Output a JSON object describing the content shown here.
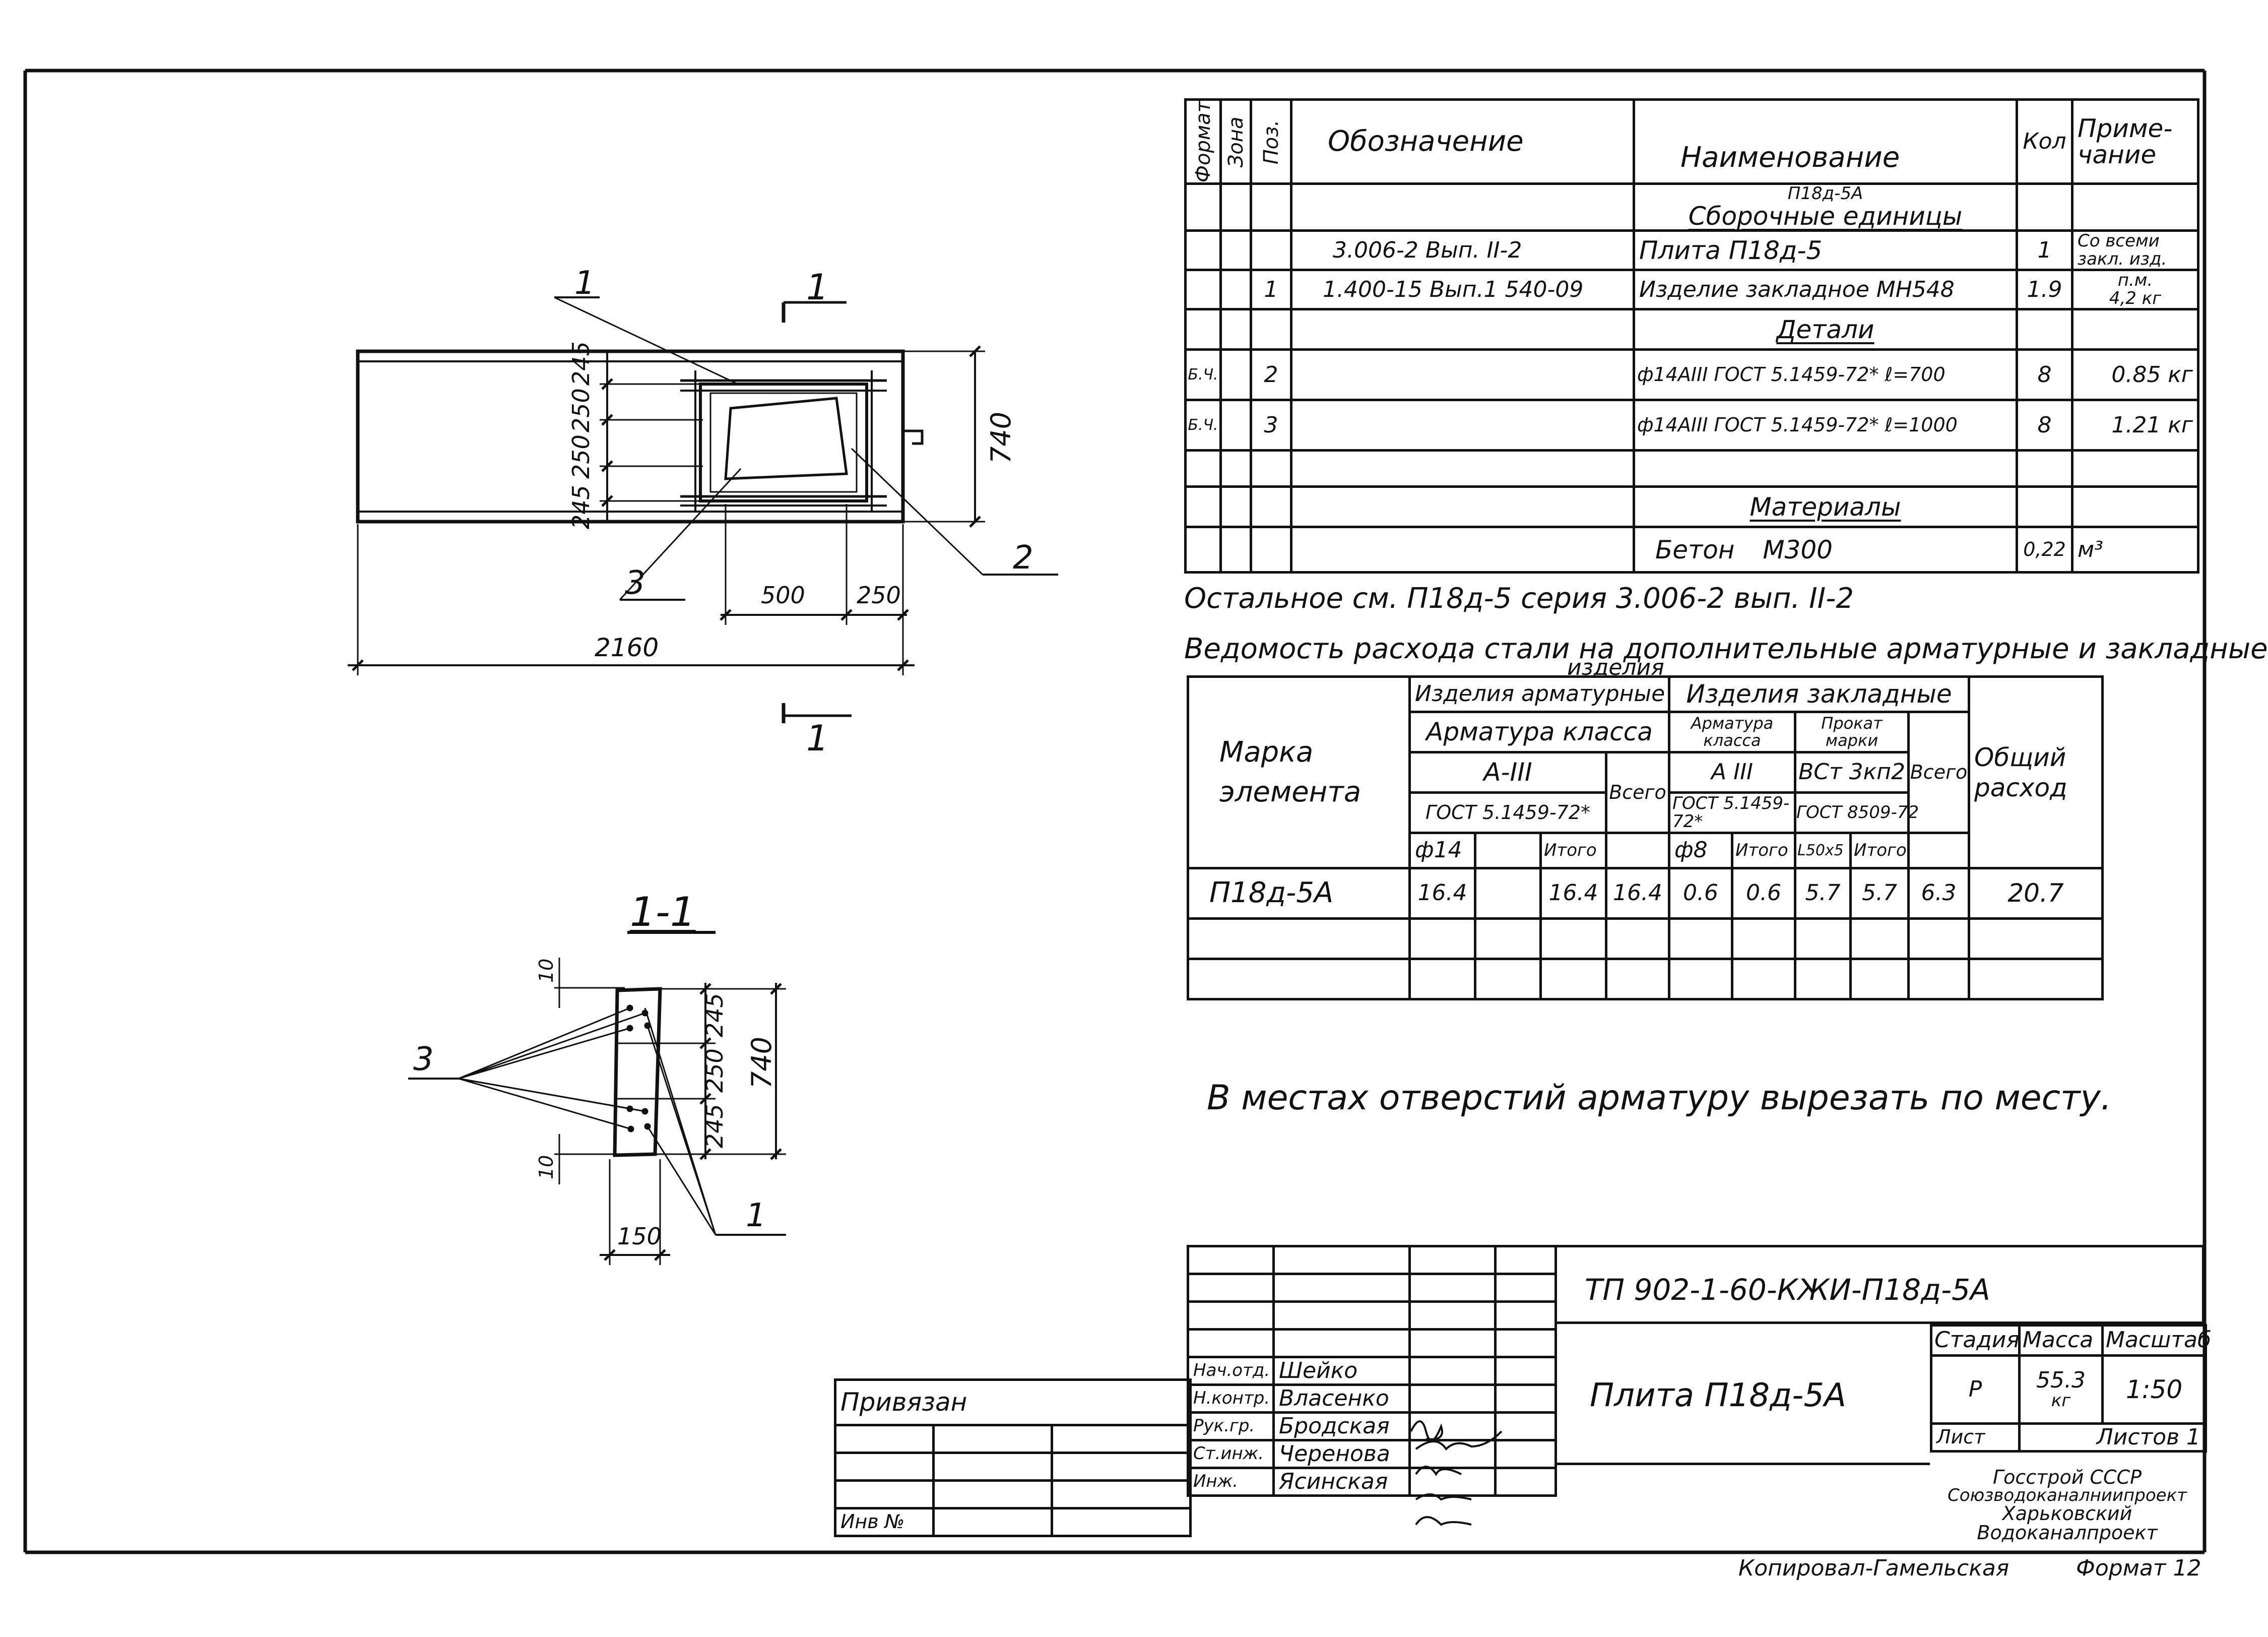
{
  "specification": {
    "headers": {
      "format": "Формат",
      "zone": "Зона",
      "pos": "Поз.",
      "designation": "Обозначение",
      "name": "Наименование",
      "qty": "Кол",
      "note_l1": "Приме-",
      "note_l2": "чание"
    },
    "group_label_top": "П18д-5А",
    "section_assembly": "Сборочные единицы",
    "rows_assembly": [
      {
        "format": "",
        "pos": "",
        "designation": "3.006-2 Вып. II-2",
        "name": "Плита П18д-5",
        "qty": "1",
        "note_l1": "Со всеми",
        "note_l2": "закл. изд."
      },
      {
        "format": "",
        "pos": "1",
        "designation": "1.400-15 Вып.1 540-09",
        "name": "Изделие закладное МН548",
        "qty": "1.9",
        "note_l1": "п.м.",
        "note_l2": "4,2 кг"
      }
    ],
    "section_details": "Детали",
    "rows_details": [
      {
        "format": "Б.Ч.",
        "pos": "2",
        "designation": "",
        "name": "ф14АIII ГОСТ 5.1459-72* ℓ=700",
        "qty": "8",
        "note": "0.85 кг"
      },
      {
        "format": "Б.Ч.",
        "pos": "3",
        "designation": "",
        "name": "ф14АIII ГОСТ 5.1459-72* ℓ=1000",
        "qty": "8",
        "note": "1.21 кг"
      }
    ],
    "section_materials": "Материалы",
    "rows_materials": [
      {
        "name": "Бетон М300",
        "qty": "0,22",
        "note": "м³"
      }
    ]
  },
  "notes": {
    "rest": "Остальное см. П18д-5 серия 3.006-2 вып. II-2",
    "steel_title_l1": "Ведомость расхода стали на дополнительные арматурные и закладные",
    "steel_title_l2": "изделия",
    "cut_note": "В местах отверстий арматуру вырезать по месту."
  },
  "steel_table": {
    "mark_header": "Марка элемента",
    "armature_items": "Изделия арматурные",
    "embedded_items": "Изделия закладные",
    "armature_class": "Арматура класса",
    "armature_class_emb": "Арматура класса",
    "rolled_mark": "Прокат марки",
    "class_a3": "А-III",
    "class_a3_emb": "А III",
    "steel_grade": "ВСт 3кп2",
    "gost_1": "ГОСТ 5.1459-72*",
    "gost_2": "ГОСТ 5.1459-72*",
    "gost_3": "ГОСТ 8509-72",
    "total": "Всего",
    "total_emb": "Всего",
    "overall": "Общий расход",
    "d14": "ф14",
    "itogo1": "Итого",
    "d8": "ф8",
    "itogo2": "Итого",
    "angle": "L50x5",
    "itogo3": "Итого",
    "row": {
      "mark": "П18д-5А",
      "d14": "16.4",
      "blank": "",
      "itogo1": "16.4",
      "total1": "16.4",
      "d8": "0.6",
      "itogo2": "0.6",
      "angle": "5.7",
      "itogo3": "5.7",
      "total2": "6.3",
      "overall": "20.7"
    }
  },
  "plan_view": {
    "callout_1": "1",
    "callout_2": "2",
    "callout_3": "3",
    "section_mark": "1",
    "section_mark_b": "1",
    "dim_245a": "245",
    "dim_250a": "250",
    "dim_250b": "250",
    "dim_245b": "245",
    "dim_740": "740",
    "dim_500": "500",
    "dim_250c": "250",
    "dim_2160": "2160"
  },
  "section_view": {
    "title": "1-1",
    "callout_3": "3",
    "callout_1": "1",
    "dim_10a": "10",
    "dim_10b": "10",
    "dim_245a": "245",
    "dim_250": "250",
    "dim_245b": "245",
    "dim_740": "740",
    "dim_150": "150"
  },
  "title_block": {
    "code": "ТП 902-1-60-КЖИ-П18д-5А",
    "title": "Плита П18д-5А",
    "stage_h": "Стадия",
    "mass_h": "Масса",
    "scale_h": "Масштаб",
    "stage": "Р",
    "mass": "55.3",
    "mass_unit": "кг",
    "scale": "1:50",
    "sheet": "Лист",
    "sheets": "Листов 1",
    "org_1": "Госстрой СССР",
    "org_2": "Союзводоканалниипроект",
    "org_3": "Харьковский",
    "org_4": "Водоканалпроект",
    "tied": "Привязан",
    "inv": "Инв №",
    "roles": [
      {
        "role": "Нач.отд.",
        "name": "Шейко"
      },
      {
        "role": "Н.контр.",
        "name": "Власенко"
      },
      {
        "role": "Рук.гр.",
        "name": "Бродская"
      },
      {
        "role": "Ст.инж.",
        "name": "Черенова"
      },
      {
        "role": "Инж.",
        "name": "Ясинская"
      }
    ]
  },
  "footer": {
    "copied": "Копировал-Гамельская",
    "format": "Формат 12"
  }
}
